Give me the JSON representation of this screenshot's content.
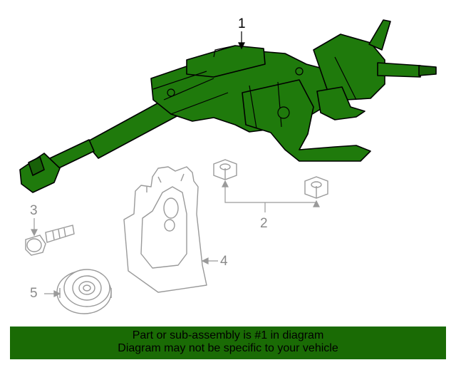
{
  "callouts": [
    {
      "number": "1",
      "part": "steering-column"
    },
    {
      "number": "2",
      "part": "nut"
    },
    {
      "number": "3",
      "part": "bolt"
    },
    {
      "number": "4",
      "part": "cover"
    },
    {
      "number": "5",
      "part": "bearing"
    }
  ],
  "banner": {
    "line1": "Part or sub-assembly is #1 in diagram",
    "line2": "Diagram may not be specific to your vehicle"
  },
  "colors": {
    "highlight": "#1f7a0c",
    "outline": "#000000",
    "ghost": "#9a9a9a",
    "banner": "#1a6b05"
  }
}
